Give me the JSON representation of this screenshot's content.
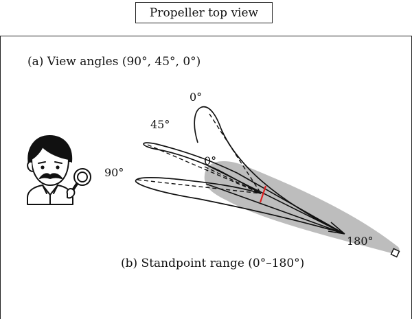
{
  "title": "Propeller top view",
  "caption_a": "(a) View angles (90°, 45°, 0°)",
  "caption_b": "(b) Standpoint range (0°–180°)",
  "angle_labels": {
    "outer_0": "0°",
    "outer_45": "45°",
    "outer_90": "90°",
    "inner_0": "0°",
    "end_180": "180°"
  },
  "colors": {
    "range_fill": "#bdbdbd",
    "center_mark": "#e02020",
    "stroke": "#111111"
  },
  "icons": {
    "observer": "detective-with-magnifier-icon",
    "endpoint": "square-marker-icon"
  }
}
